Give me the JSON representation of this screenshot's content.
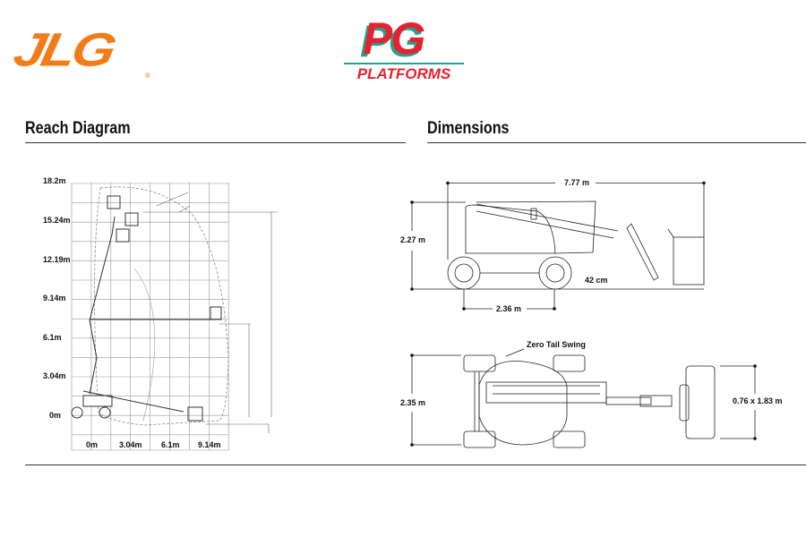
{
  "logos": {
    "jlg": "JLG",
    "jlg_reg": "®",
    "pg": "PG",
    "pg_sub": "PLATFORMS"
  },
  "reach": {
    "title": "Reach Diagram",
    "y_labels": [
      "18.2m",
      "15.24m",
      "12.19m",
      "9.14m",
      "6.1m",
      "3.04m",
      "0m"
    ],
    "x_labels": [
      "0m",
      "3.04m",
      "6.1m",
      "9.14m"
    ]
  },
  "dimensions": {
    "title": "Dimensions",
    "overall_length": "7.77 m",
    "stowed_height": "2.27 m",
    "wheelbase": "2.36 m",
    "ground_clearance": "42 cm",
    "width": "2.35 m",
    "platform_size": "0.76 x 1.83 m",
    "tail_swing": "Zero Tail Swing"
  },
  "colors": {
    "jlg_orange": "#f07d1a",
    "pg_red": "#e4232f",
    "pg_teal": "#2a9d8f"
  }
}
